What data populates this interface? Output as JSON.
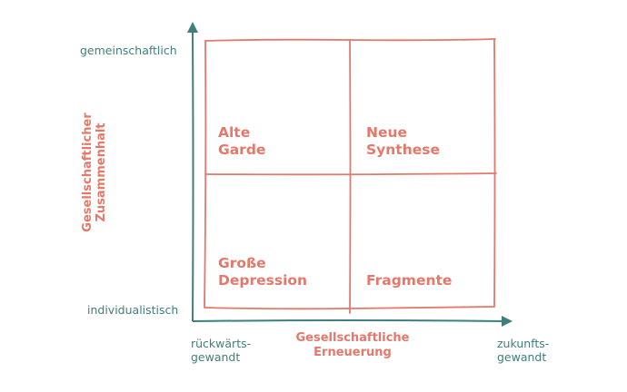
{
  "colors": {
    "axis": "#3f7f7c",
    "grid": "#e4786b"
  },
  "y_axis": {
    "top_label": "gemeinschaftlich",
    "bottom_label": "individualistisch",
    "title_line1": "Gesellschaftlicher",
    "title_line2": "Zusammenhalt"
  },
  "x_axis": {
    "left_line1": "rückwärts-",
    "left_line2": "gewandt",
    "right_line1": "zukunfts-",
    "right_line2": "gewandt",
    "title_line1": "Gesellschaftliche",
    "title_line2": "Erneuerung"
  },
  "quadrants": {
    "top_left": {
      "line1": "Alte",
      "line2": "Garde"
    },
    "top_right": {
      "line1": "Neue",
      "line2": "Synthese"
    },
    "bottom_left": {
      "line1": "Große",
      "line2": "Depression"
    },
    "bottom_right": {
      "line1": "Fragmente"
    }
  }
}
